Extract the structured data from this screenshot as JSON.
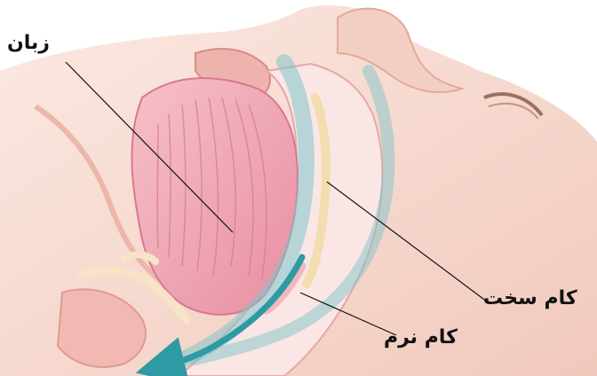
{
  "labels": {
    "tongue": "زبان",
    "hard_palate": "کام سخت",
    "soft_palate": "کام نرم"
  },
  "colors": {
    "skin": "#f7d9cf",
    "skin_shadow": "#eab7a8",
    "tongue": "#f1a7b5",
    "tongue_fibers": "#d9788f",
    "airway": "#fbe6e6",
    "arrow": "#2e9aa4",
    "leader_line": "#111111"
  }
}
